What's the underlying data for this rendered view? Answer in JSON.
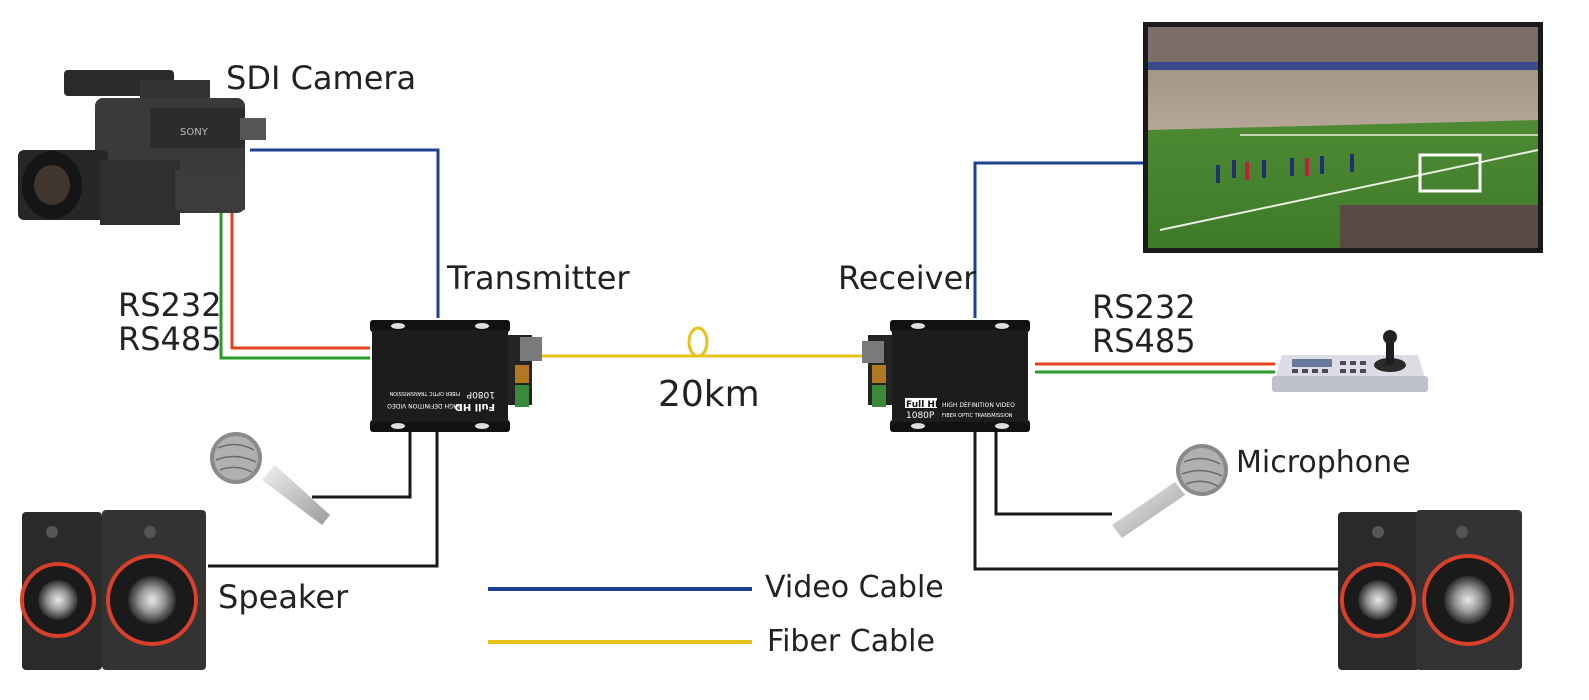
{
  "labels": {
    "sdi_camera": "SDI Camera",
    "transmitter": "Transmitter",
    "receiver": "Receiver",
    "distance": "20km",
    "serial_left": [
      "RS232",
      "RS485"
    ],
    "serial_right": [
      "RS232",
      "RS485"
    ],
    "speaker": "Speaker",
    "microphone": "Microphone"
  },
  "device_text": {
    "full_hd": "Full HD",
    "resolution": "1080P",
    "line1": "HIGH DEFINITION VIDEO",
    "line2": "FIBER OPTIC TRANSMISSION",
    "brand": "SONY"
  },
  "legend": {
    "video": "Video Cable",
    "fiber": "Fiber Cable"
  },
  "colors": {
    "video_cable": "#1f3f8f",
    "fiber_cable": "#e8c21a",
    "rs232_red": "#e0441f",
    "rs485_green": "#2a9a2a",
    "audio_black": "#1a1a1a"
  }
}
